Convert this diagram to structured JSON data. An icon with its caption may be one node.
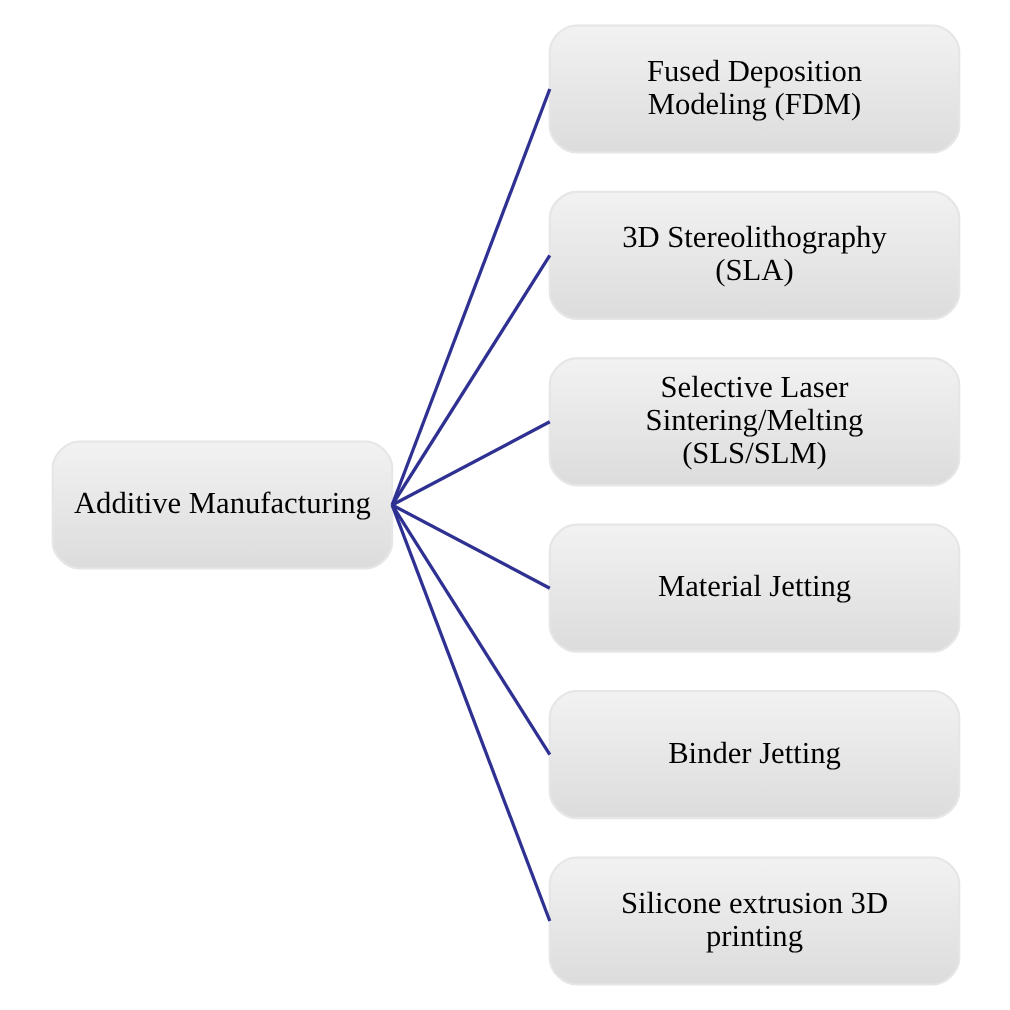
{
  "diagram": {
    "nodes": [
      {
        "text": [
          "Additive Manufacturing"
        ]
      },
      {
        "text": [
          "Fused Deposition Modeling (FDM)"
        ]
      },
      {
        "text": [
          "3D Stereolithography (SLA)"
        ]
      },
      {
        "text": [
          "Selective Laser Sintering/Melting (SLS/SLM)"
        ]
      },
      {
        "text": [
          "Material Jetting"
        ]
      },
      {
        "text": [
          "Binder Jetting"
        ]
      },
      {
        "text": [
          "Silicone extrusion 3D printing"
        ]
      }
    ],
    "edges": [
      {
        "from": 0,
        "to": 1,
        "arrow": "none"
      },
      {
        "from": 0,
        "to": 2,
        "arrow": "none"
      },
      {
        "from": 0,
        "to": 3,
        "arrow": "none"
      },
      {
        "from": 0,
        "to": 4,
        "arrow": "none"
      },
      {
        "from": 0,
        "to": 5,
        "arrow": "none"
      },
      {
        "from": 0,
        "to": 6,
        "arrow": "none"
      }
    ]
  }
}
